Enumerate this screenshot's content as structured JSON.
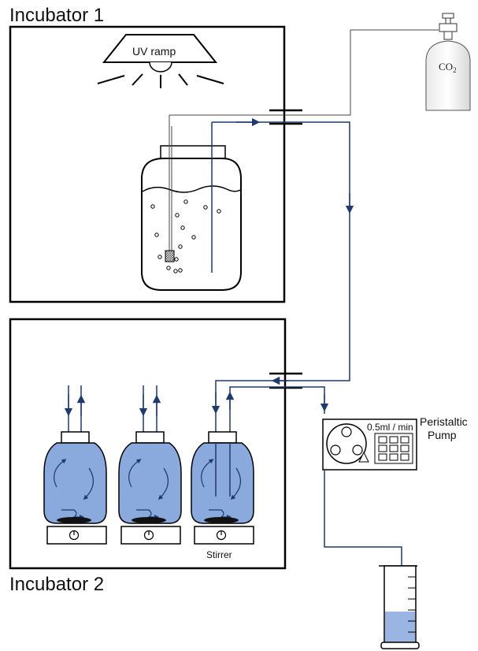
{
  "incubator1": {
    "title": "Incubator 1",
    "uv_lamp_label": "UV ramp"
  },
  "incubator2": {
    "title": "Incubator 2",
    "stirrer_label": "Stirrer"
  },
  "co2_tank": {
    "label_main": "CO",
    "label_sub": "2"
  },
  "pump": {
    "rate": "0.5ml / min",
    "title_line1": "Peristaltic",
    "title_line2": "Pump"
  },
  "colors": {
    "flow_line": "#1f3a6b",
    "vessel_fill": "#8aa9dd",
    "liquid_fill": "#9bb5e3",
    "outline": "#000000"
  }
}
